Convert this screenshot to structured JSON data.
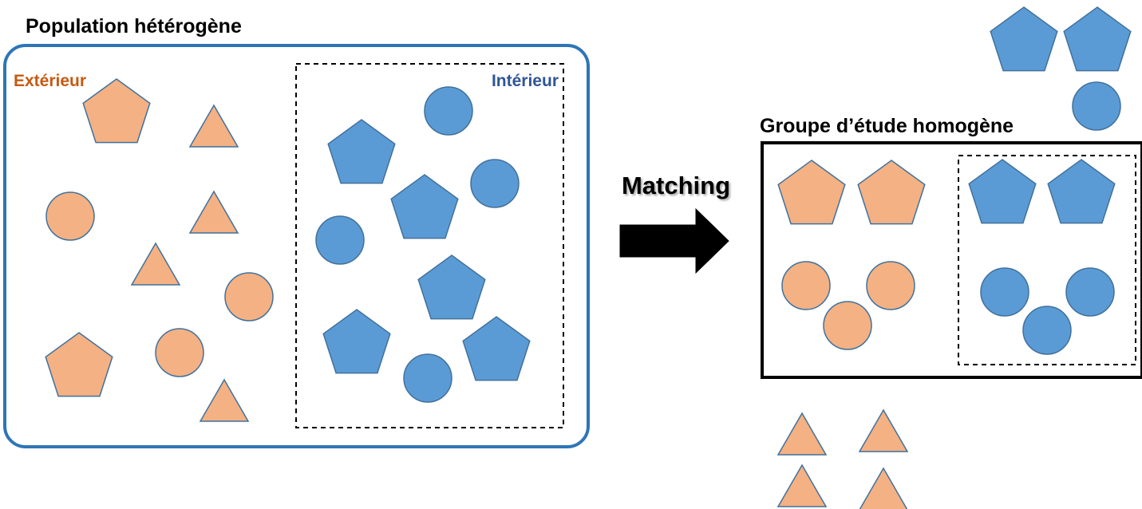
{
  "left_panel": {
    "title": "Population hétérogène",
    "exterior_label": "Extérieur",
    "interior_label": "Intérieur"
  },
  "arrow": {
    "label": "Matching"
  },
  "right_panel": {
    "title": "Groupe d’étude homogène"
  },
  "colors": {
    "exterior_fill": "#f4b183",
    "exterior_text": "#c55a11",
    "interior_fill": "#5b9bd5",
    "interior_text": "#2f5597",
    "frame_blue": "#2e75b6",
    "shape_stroke": "#41719c"
  }
}
